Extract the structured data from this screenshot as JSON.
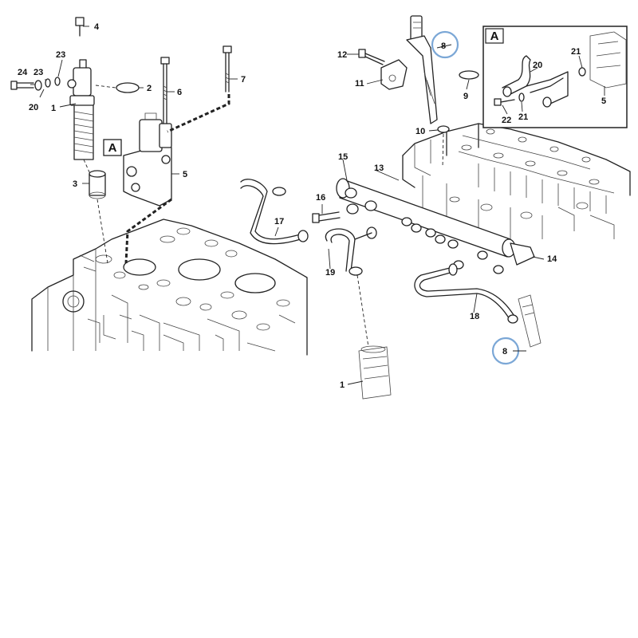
{
  "inset": {
    "label": "A"
  },
  "detail_marker": {
    "label": "A"
  },
  "callouts": {
    "c1a": "1",
    "c1b": "1",
    "c2": "2",
    "c3": "3",
    "c4": "4",
    "c5a": "5",
    "c5b": "5",
    "c6": "6",
    "c7": "7",
    "c8a": "8",
    "c8b": "8",
    "c9": "9",
    "c10": "10",
    "c11": "11",
    "c12": "12",
    "c13": "13",
    "c14": "14",
    "c15": "15",
    "c16": "16",
    "c17": "17",
    "c18": "18",
    "c19": "19",
    "c20a": "20",
    "c20b": "20",
    "c21a": "21",
    "c21b": "21",
    "c22": "22",
    "c23": "23",
    "c24": "24"
  },
  "colors": {
    "highlight": "#7ba7d6",
    "line": "#222222"
  }
}
